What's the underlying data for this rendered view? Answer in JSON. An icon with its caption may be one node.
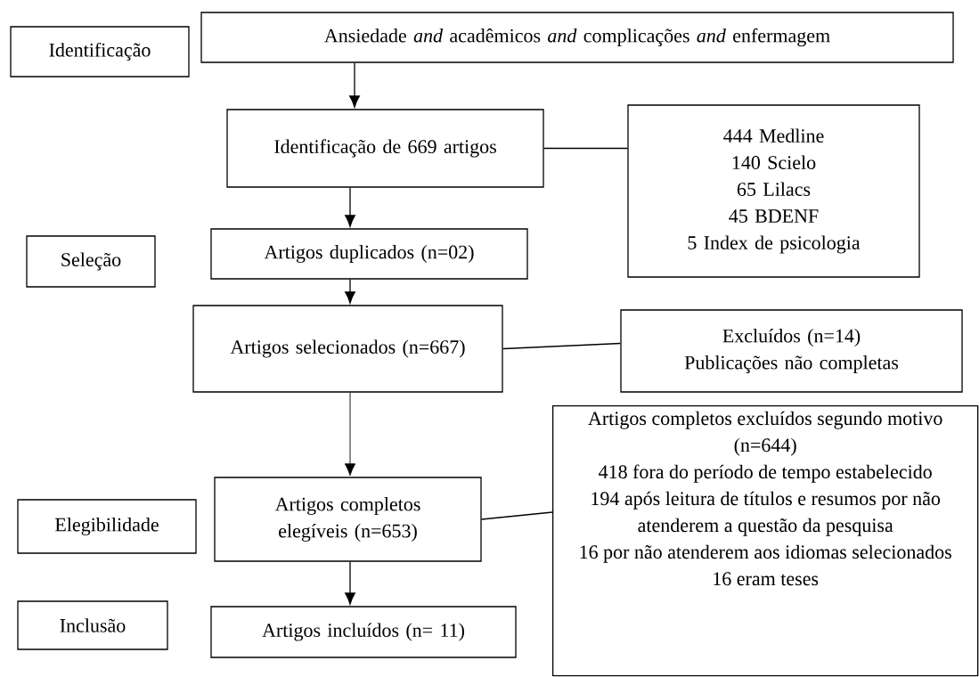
{
  "diagram": {
    "nodes": [
      {
        "text": [
          "Identificação"
        ]
      },
      {
        "text": [
          "Ansiedade *and* acadêmicos *and* complicações *and* enfermagem"
        ]
      },
      {
        "text": [
          "Identificação de 669 artigos"
        ]
      },
      {
        "text": [
          "444 Medline",
          "140 Scielo",
          "65 Lilacs",
          "45 BDENF",
          "5 Index de psicologia"
        ]
      },
      {
        "text": [
          "Seleção"
        ]
      },
      {
        "text": [
          "Artigos duplicados (n=02)"
        ]
      },
      {
        "text": [
          "Artigos selecionados (n=667)"
        ]
      },
      {
        "text": [
          "Excluídos (n=14)",
          "Publicações não completas"
        ]
      },
      {
        "text": [
          "Elegibilidade"
        ]
      },
      {
        "text": [
          "Artigos completos elegíveis (n=653)"
        ]
      },
      {
        "text": [
          "Artigos completos excluídos segundo motivo (n=644)",
          "418 fora do período de tempo estabelecido",
          "194 após leitura de títulos e resumos por não atenderem a questão da pesquisa",
          "16 por não atenderem aos idiomas selecionados",
          "16 eram teses"
        ]
      },
      {
        "text": [
          "Inclusão"
        ]
      },
      {
        "text": [
          "Artigos incluídos (n= 11)"
        ]
      }
    ],
    "edges": [
      {
        "from": 1,
        "to": 2,
        "arrow": "to"
      },
      {
        "from": 2,
        "to": 3,
        "arrow": "none"
      },
      {
        "from": 2,
        "to": 5,
        "arrow": "to"
      },
      {
        "from": 5,
        "to": 6,
        "arrow": "to"
      },
      {
        "from": 6,
        "to": 7,
        "arrow": "none"
      },
      {
        "from": 6,
        "to": 9,
        "arrow": "to"
      },
      {
        "from": 9,
        "to": 10,
        "arrow": "none"
      },
      {
        "from": 9,
        "to": 12,
        "arrow": "to"
      }
    ]
  }
}
